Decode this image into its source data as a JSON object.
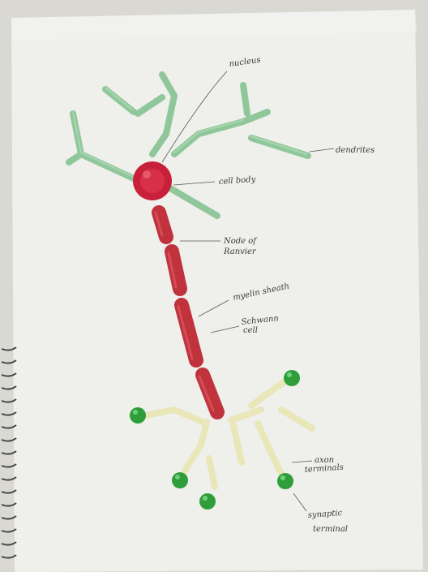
{
  "labels": {
    "nucleus": "nucleus",
    "dendrites": "dendrites",
    "cell_body": "cell body",
    "node_of_ranvier_1": "Node of",
    "node_of_ranvier_2": "Ranvier",
    "myelin_sheath": "myelin sheath",
    "schwann_cell_1": "Schwann",
    "schwann_cell_2": "cell",
    "axon_terminals_1": "axon",
    "axon_terminals_2": "terminals",
    "synaptic_terminal_1": "synaptic",
    "synaptic_terminal_2": "terminal"
  },
  "colors": {
    "paper": "#efefec",
    "dendrite_green": "#8fc79a",
    "cell_body_red": "#c8203a",
    "myelin_red": "#c0323c",
    "terminal_cream": "#e9e6b8",
    "bead_green": "#2f9e3a",
    "ink": "#3a3a3a"
  }
}
